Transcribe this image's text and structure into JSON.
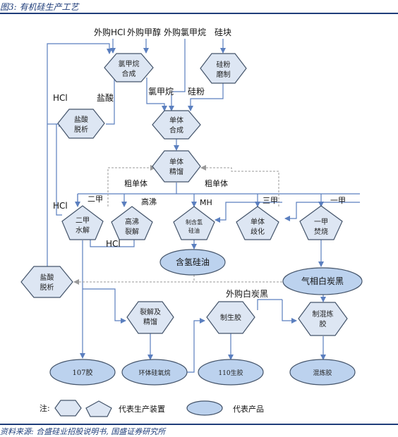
{
  "title": "图3: 有机硅生产工艺",
  "source": "资料来源: 合盛硅业招股说明书, 国盛证券研究所",
  "inputs": {
    "hcl_buy": "外购HCl",
    "methanol_buy": "外购甲醇",
    "chloromethane_buy": "外购氯甲烷",
    "silicon_block": "硅块",
    "white_carbon_buy": "外购白炭黑"
  },
  "nodes": {
    "chloromethane_synth": [
      "氯甲烷",
      "合成"
    ],
    "silicon_grinding": [
      "硅粉",
      "磨制"
    ],
    "hcl_desorption": [
      "盐酸",
      "脱析"
    ],
    "monomer_synth": [
      "单体",
      "合成"
    ],
    "monomer_rectify": [
      "单体",
      "精馏"
    ],
    "dimethyl_hydrolysis": [
      "二甲",
      "水解"
    ],
    "high_boil_cracking": [
      "高沸",
      "裂解"
    ],
    "hydrogen_oil_making": [
      "制含氢",
      "硅油"
    ],
    "monomer_distill": [
      "单体",
      "歧化"
    ],
    "monomethyl_burning": [
      "一甲",
      "焚烧"
    ],
    "hcl_desorption_2": [
      "盐酸",
      "脱析"
    ],
    "crack_rectify": [
      "裂解及",
      "精馏"
    ],
    "raw_rubber_making": [
      "制生胶"
    ],
    "compound_rubber_making": [
      "制混炼",
      "胶"
    ]
  },
  "products": {
    "hydrogen_silicone_oil": "含氢硅油",
    "fumed_silica": "气相白炭黑",
    "rubber_107": "107胶",
    "cyclic_siloxane": "环体硅氧烷",
    "rubber_110": "110生胶",
    "compound_rubber": "混炼胶"
  },
  "edge_labels": {
    "hcl": "HCl",
    "hydrochloric_acid": "盐酸",
    "chloromethane": "氯甲烷",
    "silicon_powder": "硅粉",
    "crude_monomer_left": "粗单体",
    "crude_monomer_right": "粗单体",
    "dimethyl": "二甲",
    "high_boil": "高沸",
    "mh": "MH",
    "trimethyl": "三甲",
    "monomethyl": "一甲",
    "hcl_2": "HCl",
    "hcl_3": "HCl"
  },
  "legend": {
    "note": "注:",
    "device": "代表生产装置",
    "product": "代表产品"
  }
}
